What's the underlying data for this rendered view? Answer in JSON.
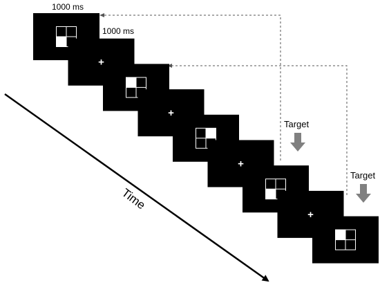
{
  "labels": {
    "duration_stimulus": "1000 ms",
    "duration_fixation": "1000 ms",
    "time_axis": "Time",
    "target_first": "Target",
    "target_second": "Target"
  },
  "fixation_symbol": "+",
  "sequence": [
    {
      "type": "grid",
      "filled_quadrant": "bottom-left"
    },
    {
      "type": "fixation"
    },
    {
      "type": "grid",
      "filled_quadrant": "top-left"
    },
    {
      "type": "fixation"
    },
    {
      "type": "grid",
      "filled_quadrant": "top-right"
    },
    {
      "type": "fixation"
    },
    {
      "type": "grid",
      "filled_quadrant": "bottom-left",
      "is_target": true
    },
    {
      "type": "fixation"
    },
    {
      "type": "grid",
      "filled_quadrant": "top-left",
      "is_target": true
    }
  ],
  "colors": {
    "screen": "#000000",
    "grid_line": "#ffffff",
    "filled_cell": "#ffffff",
    "target_arrow": "#808080",
    "dashed_link": "#555555",
    "time_arrow": "#000000"
  }
}
